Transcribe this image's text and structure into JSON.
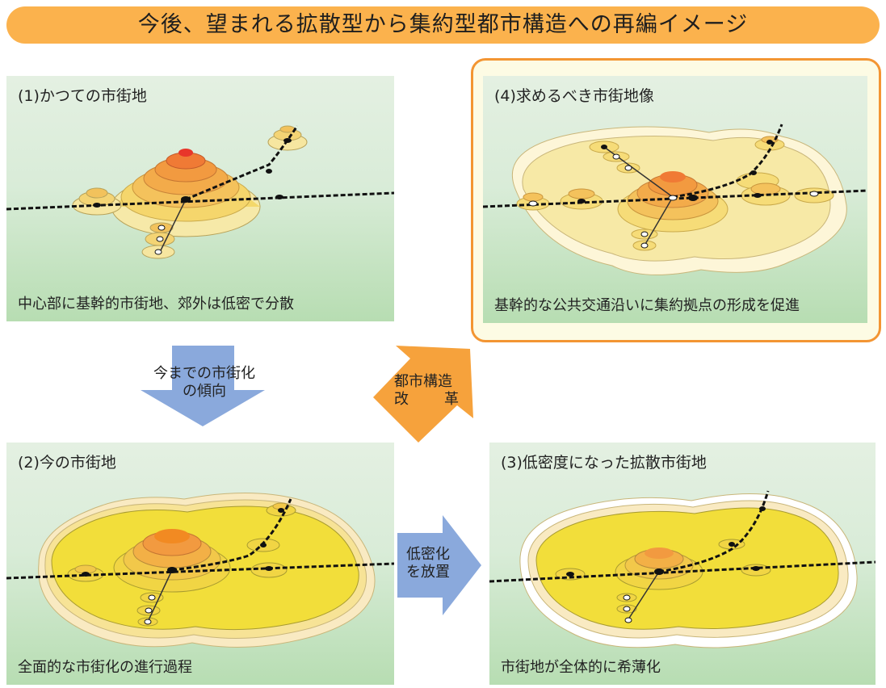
{
  "banner": {
    "title": "今後、望まれる拡散型から集約型都市構造への再編イメージ"
  },
  "panels": {
    "p1": {
      "title": "(1)かつての市街地",
      "caption": "中心部に基幹的市街地、郊外は低密で分散"
    },
    "p2": {
      "title": "(2)今の市街地",
      "caption": "全面的な市街化の進行過程"
    },
    "p3": {
      "title": "(3)低密度になった拡散市街地",
      "caption": "市街地が全体的に希薄化"
    },
    "p4": {
      "title": "(4)求めるべき市街地像",
      "caption": "基幹的な公共交通沿いに集約拠点の形成を促進"
    }
  },
  "arrows": {
    "down": {
      "line1": "今までの市街化",
      "line2": "の傾向"
    },
    "right": {
      "line1": "低密化",
      "line2": "を放置"
    },
    "diagonal": {
      "line1": "都市構造",
      "line2a": "改",
      "line2b": "革"
    }
  },
  "colors": {
    "banner": "#fbb24d",
    "frame": "#f39533",
    "arrow_blue": "#8aa9dc",
    "arrow_orange": "#f6a23c",
    "urban_yellow": "#f2de3a",
    "core_orange": "#f28a22",
    "peak_red": "#e8362a"
  }
}
